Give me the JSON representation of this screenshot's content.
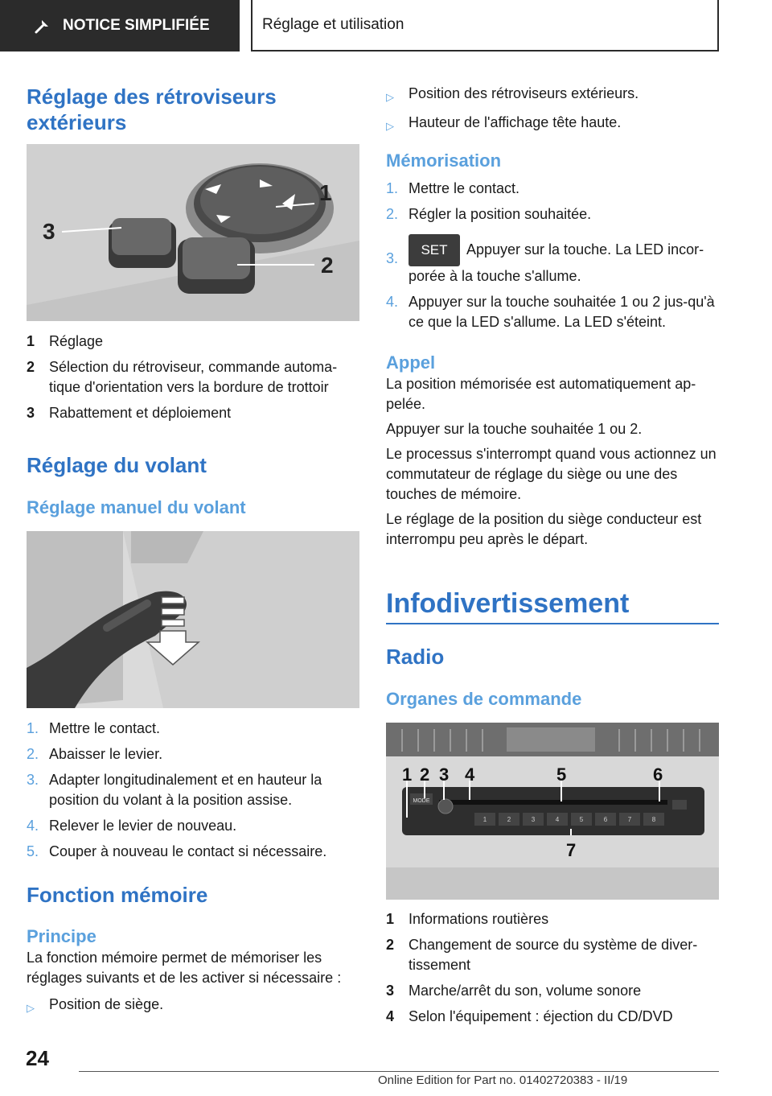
{
  "header": {
    "tab_label": "NOTICE SIMPLIFIÉE",
    "section_label": "Réglage et utilisation"
  },
  "left": {
    "mirrors_title": "Réglage des rétroviseurs extérieurs",
    "mirror_fig_callouts": [
      "1",
      "2",
      "3"
    ],
    "mirror_legend": [
      {
        "num": "1",
        "text": "Réglage"
      },
      {
        "num": "2",
        "text": "Sélection du rétroviseur, commande automa-tique d'orientation vers la bordure de trottoir"
      },
      {
        "num": "3",
        "text": "Rabattement et déploiement"
      }
    ],
    "wheel_title": "Réglage du volant",
    "wheel_subtitle": "Réglage manuel du volant",
    "wheel_steps": [
      {
        "num": "1.",
        "text": "Mettre le contact."
      },
      {
        "num": "2.",
        "text": "Abaisser le levier."
      },
      {
        "num": "3.",
        "text": "Adapter longitudinalement et en hauteur la position du volant à la position assise."
      },
      {
        "num": "4.",
        "text": "Relever le levier de nouveau."
      },
      {
        "num": "5.",
        "text": "Couper à nouveau le contact si nécessaire."
      }
    ],
    "memory_title": "Fonction mémoire",
    "principle_title": "Principe",
    "principle_text": "La fonction mémoire permet de mémoriser les réglages suivants et de les activer si nécessaire :",
    "principle_bullets": [
      "Position de siège."
    ]
  },
  "right": {
    "bullets": [
      "Position des rétroviseurs extérieurs.",
      "Hauteur de l'affichage tête haute."
    ],
    "memorisation_title": "Mémorisation",
    "memorisation_steps": [
      {
        "num": "1.",
        "text": "Mettre le contact."
      },
      {
        "num": "2.",
        "text": "Régler la position souhaitée."
      },
      {
        "num": "3.",
        "text": "Appuyer sur la touche. La LED incor-porée à la touche s'allume."
      },
      {
        "num": "4.",
        "text": "Appuyer sur la touche souhaitée 1 ou 2 jus-qu'à ce que la LED s'allume. La LED s'éteint."
      }
    ],
    "set_button_label": "SET",
    "appel_title": "Appel",
    "appel_paragraphs": [
      "La position mémorisée est automatiquement ap-pelée.",
      "Appuyer sur la touche souhaitée 1 ou 2.",
      "Le processus s'interrompt quand vous actionnez un commutateur de réglage du siège ou une des touches de mémoire.",
      "Le réglage de la position du siège conducteur est interrompu peu après le départ."
    ],
    "infodiv_title": "Infodivertissement",
    "radio_title": "Radio",
    "organes_title": "Organes de commande",
    "radio_fig_callouts": [
      "1",
      "2",
      "3",
      "4",
      "5",
      "6",
      "7"
    ],
    "radio_mode_label": "MODE",
    "radio_keys": [
      "1",
      "2",
      "3",
      "4",
      "5",
      "6",
      "7",
      "8"
    ],
    "radio_legend": [
      {
        "num": "1",
        "text": "Informations routières"
      },
      {
        "num": "2",
        "text": "Changement de source du système de diver-tissement"
      },
      {
        "num": "3",
        "text": "Marche/arrêt du son, volume sonore"
      },
      {
        "num": "4",
        "text": "Selon l'équipement : éjection du CD/DVD"
      }
    ]
  },
  "footer": {
    "page_number": "24",
    "edition": "Online Edition for Part no. 01402720383 - II/19"
  }
}
